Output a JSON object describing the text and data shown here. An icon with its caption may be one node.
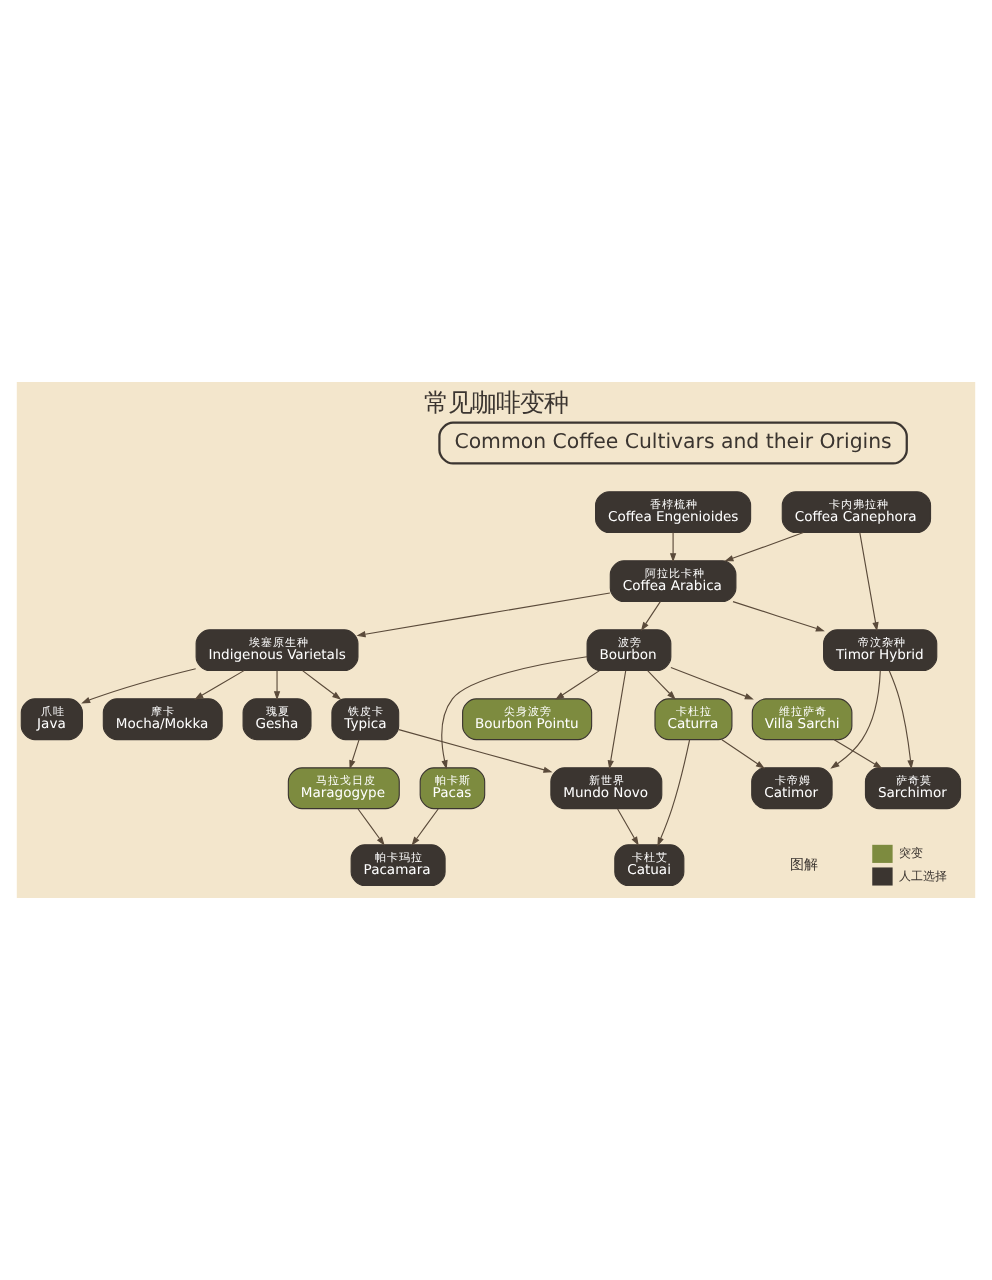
{
  "diagram": {
    "title": "常见咖啡变种",
    "nodes": [
      {
        "text": [
          "香桲梳种",
          "Coffea Engenioides"
        ]
      },
      {
        "text": [
          "卡内弗拉种",
          "Coffea Canephora"
        ]
      },
      {
        "text": [
          "阿拉比卡种",
          "Coffea Arabica"
        ]
      },
      {
        "text": [
          "埃塞原生种",
          "Indigenous Varietals"
        ]
      },
      {
        "text": [
          "尖身波旁",
          "Bourbon Pointu"
        ]
      },
      {
        "text": [
          "瑰夏",
          "Gesha"
        ]
      },
      {
        "text": [
          "爪哇",
          "Java"
        ]
      },
      {
        "text": [
          "帕卡斯",
          "Pacas"
        ]
      },
      {
        "text": [
          "摩卡",
          "Mocha/Mokka"
        ]
      },
      {
        "text": [
          "马拉戈日皮",
          "Maragogype"
        ]
      },
      {
        "text": [
          "铁皮卡",
          "Typica"
        ]
      },
      {
        "text": [
          "帕卡玛拉",
          "Pacamara"
        ]
      },
      {
        "text": [
          "波旁",
          "Bourbon"
        ]
      },
      {
        "text": [
          "新世界",
          "Mundo Novo"
        ]
      },
      {
        "text": [
          "卡杜拉",
          "Caturra"
        ]
      },
      {
        "text": [
          "卡杜艾",
          "Catuai"
        ]
      },
      {
        "text": [
          "帝汶杂种",
          "Timor Hybrid"
        ]
      },
      {
        "text": [
          "维拉萨奇",
          "Villa Sarchi"
        ]
      },
      {
        "text": [
          "卡帝姆",
          "Catimor"
        ]
      },
      {
        "text": [
          "萨奇莫",
          "Sarchimor"
        ]
      }
    ],
    "edges": [
      {
        "from": 0,
        "to": 2,
        "arrow": "to"
      },
      {
        "from": 1,
        "to": 2,
        "arrow": "to"
      },
      {
        "from": 1,
        "to": 16,
        "arrow": "to"
      },
      {
        "from": 2,
        "to": 3,
        "arrow": "to"
      },
      {
        "from": 2,
        "to": 12,
        "arrow": "to"
      },
      {
        "from": 2,
        "to": 16,
        "arrow": "to"
      },
      {
        "from": 3,
        "to": 5,
        "arrow": "to"
      },
      {
        "from": 3,
        "to": 6,
        "arrow": "to"
      },
      {
        "from": 3,
        "to": 8,
        "arrow": "to"
      },
      {
        "from": 3,
        "to": 10,
        "arrow": "to"
      },
      {
        "from": 12,
        "to": 4,
        "arrow": "to"
      },
      {
        "from": 12,
        "to": 7,
        "arrow": "to"
      },
      {
        "from": 10,
        "to": 9,
        "arrow": "to"
      },
      {
        "from": 7,
        "to": 11,
        "arrow": "to"
      },
      {
        "from": 9,
        "to": 11,
        "arrow": "to"
      },
      {
        "from": 12,
        "to": 13,
        "arrow": "to"
      },
      {
        "from": 10,
        "to": 13,
        "arrow": "to"
      },
      {
        "from": 12,
        "to": 14,
        "arrow": "to"
      },
      {
        "from": 12,
        "to": 17,
        "arrow": "to"
      },
      {
        "from": 13,
        "to": 15,
        "arrow": "to"
      },
      {
        "from": 14,
        "to": 15,
        "arrow": "to"
      },
      {
        "from": 14,
        "to": 18,
        "arrow": "to"
      },
      {
        "from": 16,
        "to": 18,
        "arrow": "to"
      },
      {
        "from": 17,
        "to": 19,
        "arrow": "to"
      },
      {
        "from": 16,
        "to": 19,
        "arrow": "to"
      }
    ],
    "labels": [
      "Common Coffee Cultivars and their Origins",
      "图解"
    ],
    "legend": [
      {
        "text": "突变",
        "color": "#7d8b3f"
      },
      {
        "text": "人工选择",
        "color": "#3b3530"
      }
    ]
  }
}
